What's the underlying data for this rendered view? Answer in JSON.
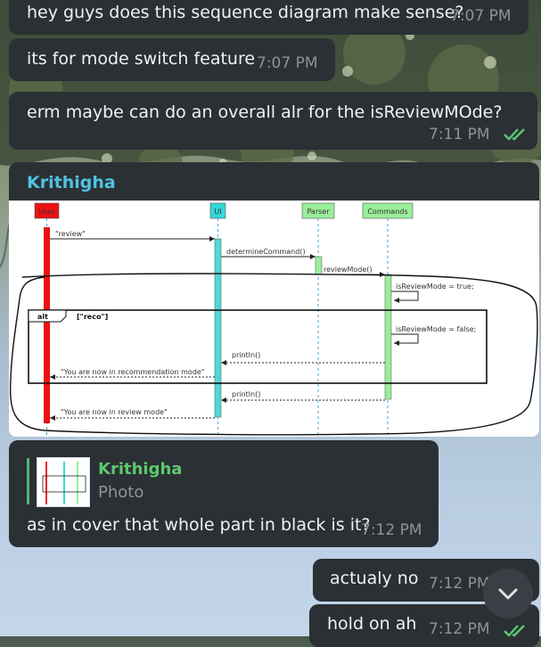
{
  "messages": [
    {
      "text": "hey guys does this sequence diagram make sense?",
      "time": "7:07 PM"
    },
    {
      "text": "its for mode switch feature",
      "time": "7:07 PM"
    },
    {
      "text": "erm maybe can do an overall alr for the isReviewMOde?",
      "time": "7:11 PM"
    },
    {
      "sender": "Krithigha",
      "diagram": {
        "participants": [
          "User",
          "UI",
          "Parser",
          "Commands"
        ],
        "messages": [
          "\"review\"",
          "determineCommand()",
          "reviewMode()",
          "isReviewMode = true;",
          "isReviewMode = false;",
          "println()",
          "\"You are now in recommendation mode\"",
          "println()",
          "\"You are now in review mode\""
        ],
        "fragment_type": "alt",
        "fragment_guard": "[\"reco\"]"
      }
    },
    {
      "reply_to_name": "Krithigha",
      "reply_to_type": "Photo",
      "text": "as in cover that whole part in black is it?",
      "time": "7:12 PM"
    },
    {
      "text": "actualy no",
      "time": "7:12 PM"
    },
    {
      "text": "hold on ah",
      "time": "7:12 PM"
    }
  ],
  "colors": {
    "bubble": "#2b3035",
    "sender_name": "#4ec3e0",
    "reply_name": "#5cc96e",
    "check": "#5cc96e"
  },
  "icons": {
    "read_receipt": "double-check-icon",
    "scroll_down": "chevron-down-icon"
  }
}
